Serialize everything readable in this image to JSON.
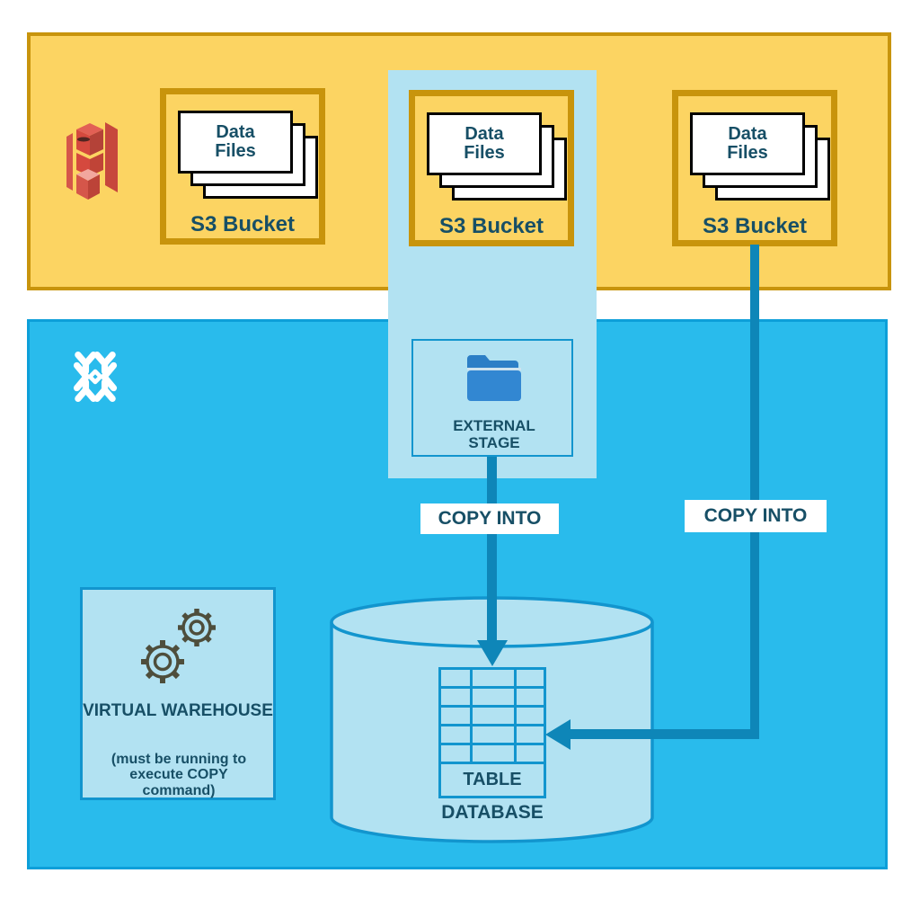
{
  "colors": {
    "aws_band_fill": "#FCD462",
    "aws_band_border": "#C8940C",
    "snowflake_band_fill": "#29BBEC",
    "snowflake_band_border": "#0D9FD9",
    "stage_strip_fill": "#B2E2F2",
    "inner_box_border": "#1295CE",
    "arrow": "#0E86B8",
    "text": "#174F66",
    "s3_icon_red": "#D5564A",
    "folder_blue": "#3287D2",
    "card_white": "#FFFFFF"
  },
  "icons": {
    "aws_s3": "aws-s3-bucket-icon",
    "snowflake": "snowflake-logo-icon",
    "folder": "folder-icon",
    "gears": "gears-icon",
    "database": "database-cylinder"
  },
  "aws": {
    "buckets": [
      {
        "files": "Data Files",
        "label": "S3 Bucket"
      },
      {
        "files": "Data Files",
        "label": "S3 Bucket"
      },
      {
        "files": "Data Files",
        "label": "S3 Bucket"
      }
    ]
  },
  "snowflake": {
    "external_stage": "EXTERNAL STAGE",
    "virtual_warehouse": "VIRTUAL WAREHOUSE",
    "warehouse_note": "(must be running to execute COPY command)",
    "table": "TABLE",
    "database": "DATABASE"
  },
  "labels": {
    "copy_into_left": "COPY INTO",
    "copy_into_right": "COPY INTO"
  }
}
